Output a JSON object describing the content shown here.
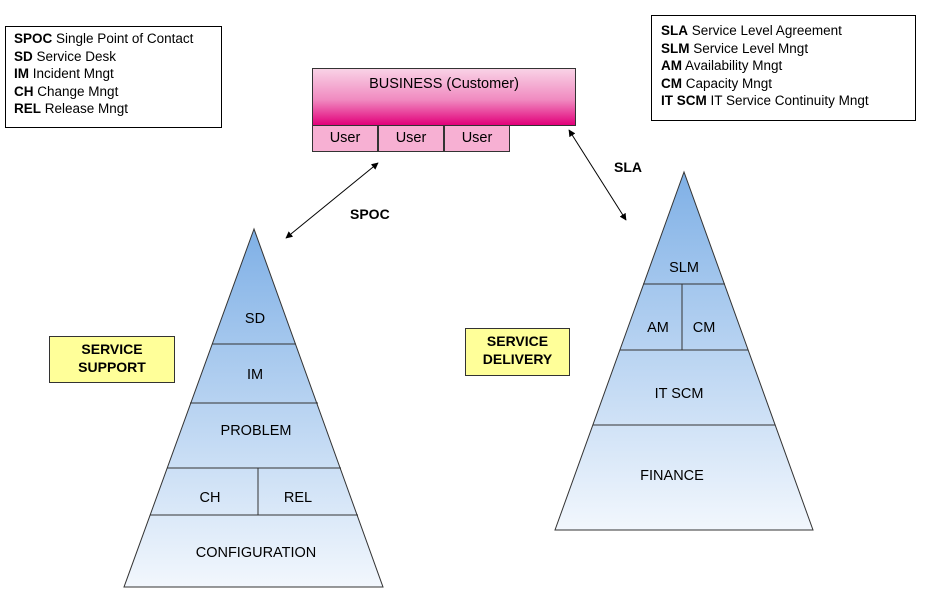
{
  "legend_left": [
    {
      "abbr": "SPOC",
      "text": "Single Point of Contact"
    },
    {
      "abbr": "SD",
      "text": "Service Desk"
    },
    {
      "abbr": "IM",
      "text": "Incident Mngt"
    },
    {
      "abbr": "CH",
      "text": "Change Mngt"
    },
    {
      "abbr": "REL",
      "text": "Release Mngt"
    }
  ],
  "legend_right": [
    {
      "abbr": "SLA",
      "text": "Service Level Agreement"
    },
    {
      "abbr": "SLM",
      "text": "Service Level Mngt"
    },
    {
      "abbr": "AM",
      "text": "Availability Mngt"
    },
    {
      "abbr": "CM",
      "text": "Capacity Mngt"
    },
    {
      "abbr": "IT SCM",
      "text": "IT Service Continuity Mngt"
    }
  ],
  "business": {
    "title": "BUSINESS (Customer)",
    "users": [
      "User",
      "User",
      "User"
    ]
  },
  "connectors": {
    "left": "SPOC",
    "right": "SLA"
  },
  "support": {
    "tag": [
      "SERVICE",
      "SUPPORT"
    ],
    "layers": {
      "sd": "SD",
      "im": "IM",
      "problem": "PROBLEM",
      "ch": "CH",
      "rel": "REL",
      "configuration": "CONFIGURATION"
    }
  },
  "delivery": {
    "tag": [
      "SERVICE",
      "DELIVERY"
    ],
    "layers": {
      "slm": "SLM",
      "am": "AM",
      "cm": "CM",
      "itscm": "IT SCM",
      "finance": "FINANCE"
    }
  },
  "colors": {
    "pyramid_top": "#7fb0e6",
    "pyramid_bottom": "#f2f7fd",
    "tag_fill": "#ffff99",
    "business_dark": "#e2007a",
    "user_fill": "#f7b0d3"
  }
}
